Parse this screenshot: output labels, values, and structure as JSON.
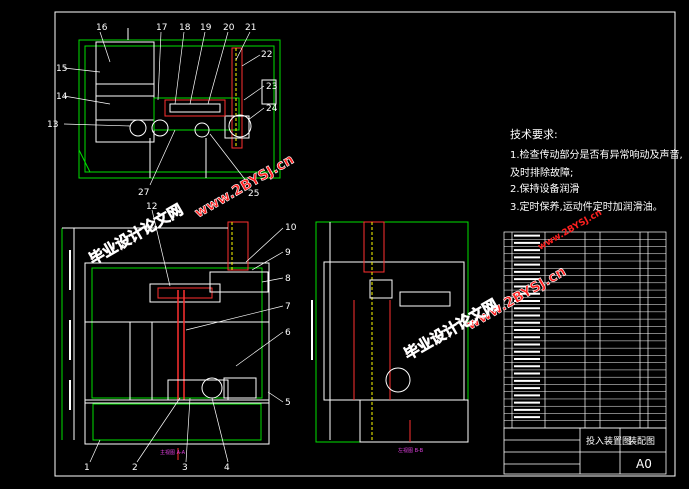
{
  "callouts_top": [
    "16",
    "17",
    "18",
    "19",
    "20",
    "21",
    "22",
    "15",
    "14",
    "13",
    "23",
    "24",
    "27",
    "25"
  ],
  "callouts_front": [
    "12",
    "10",
    "9",
    "8",
    "7",
    "6",
    "5",
    "1",
    "2",
    "3",
    "4"
  ],
  "notes": {
    "title": "技术要求:",
    "line1": "1.检查传动部分是否有异常响动及声音,",
    "line1b": "及时排除故障;",
    "line2": "2.保持设备润滑",
    "line3": "3.定时保养,运动件定时加润滑油。"
  },
  "watermarks": {
    "site_cn": "毕业设计论文网",
    "site_url": "www.2BYSJ.cn"
  },
  "view_labels": {
    "front": "主视图 A-A",
    "side": "左视图 B-B"
  },
  "title_block": {
    "name": "投入装置图",
    "drawing_type": "装配图",
    "sheet_size": "A0"
  },
  "colors": {
    "background": "#000000",
    "lines": "#ffffff",
    "outline": "#00e000",
    "hidden": "#ffff00",
    "cut": "#ff3030",
    "watermark": "#ff2020"
  }
}
